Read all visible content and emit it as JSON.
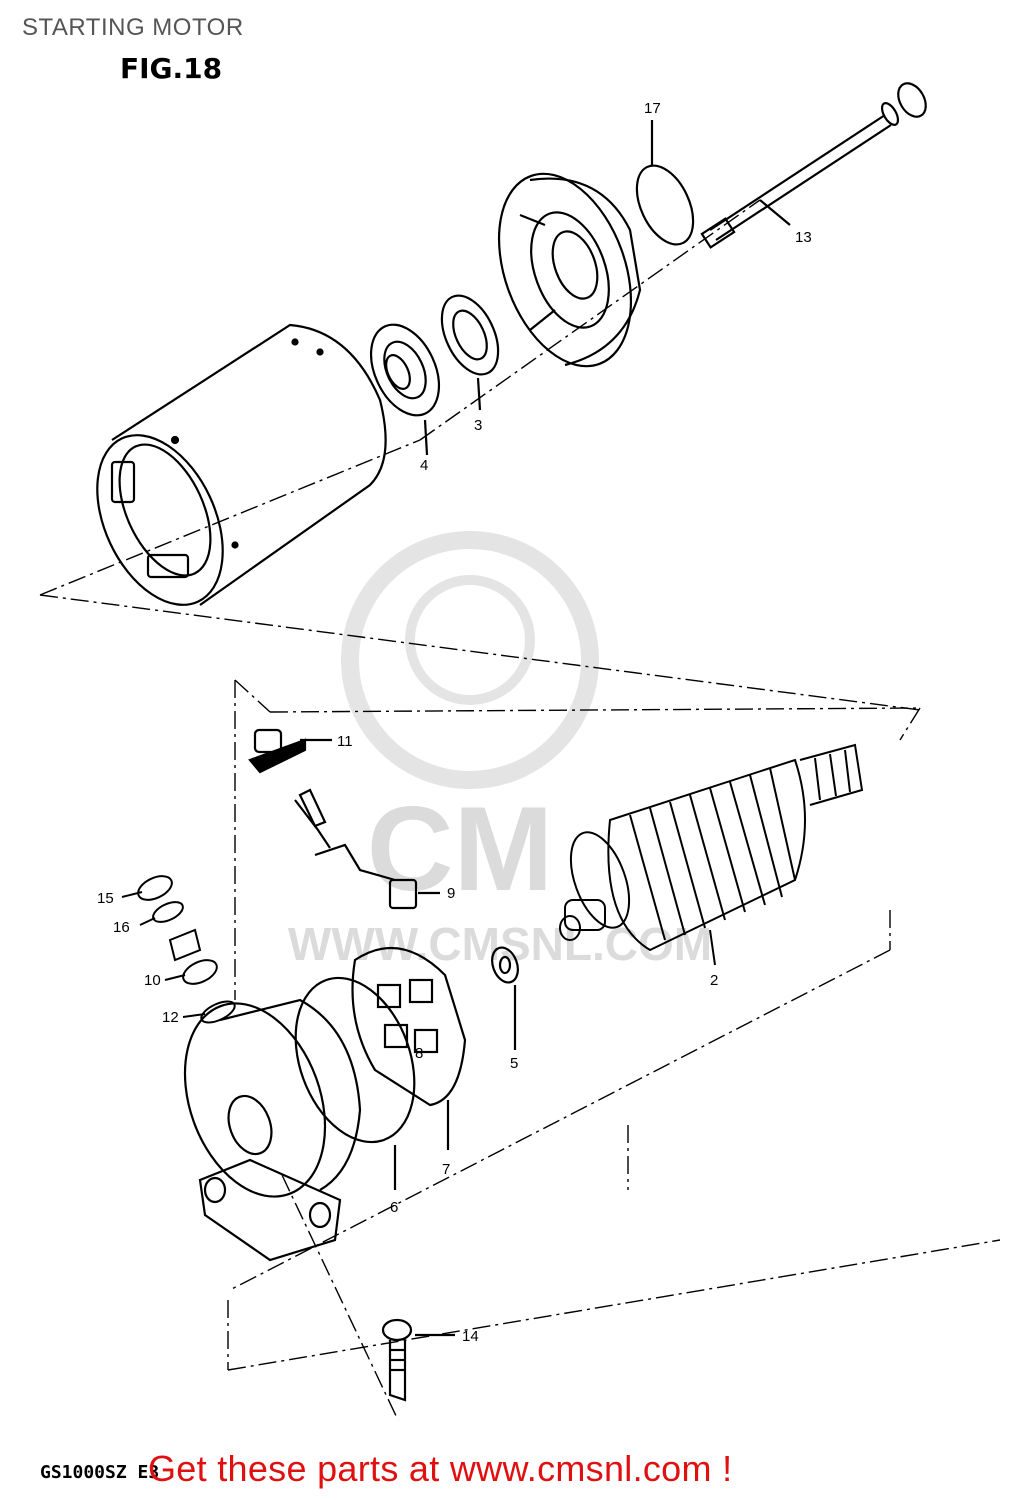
{
  "header": {
    "title": "STARTING MOTOR",
    "figure": "FIG.18"
  },
  "watermark": {
    "brand": "CM",
    "url": "WWW.CMSNL.COM"
  },
  "parts": {
    "p1": "2",
    "p2": "3",
    "p3": "4",
    "p4": "5",
    "p5": "6",
    "p6": "7",
    "p7": "8",
    "p8": "9",
    "p9": "10",
    "p10": "11",
    "p11": "12",
    "p12": "13",
    "p13": "14",
    "p14": "15",
    "p15": "16",
    "p16": "17"
  },
  "footer": {
    "code": "GS1000SZ E3",
    "link": "Get these parts at www.cmsnl.com !"
  },
  "colors": {
    "line": "#000000",
    "watermark": "#d8d8d8",
    "link": "#e01010"
  }
}
